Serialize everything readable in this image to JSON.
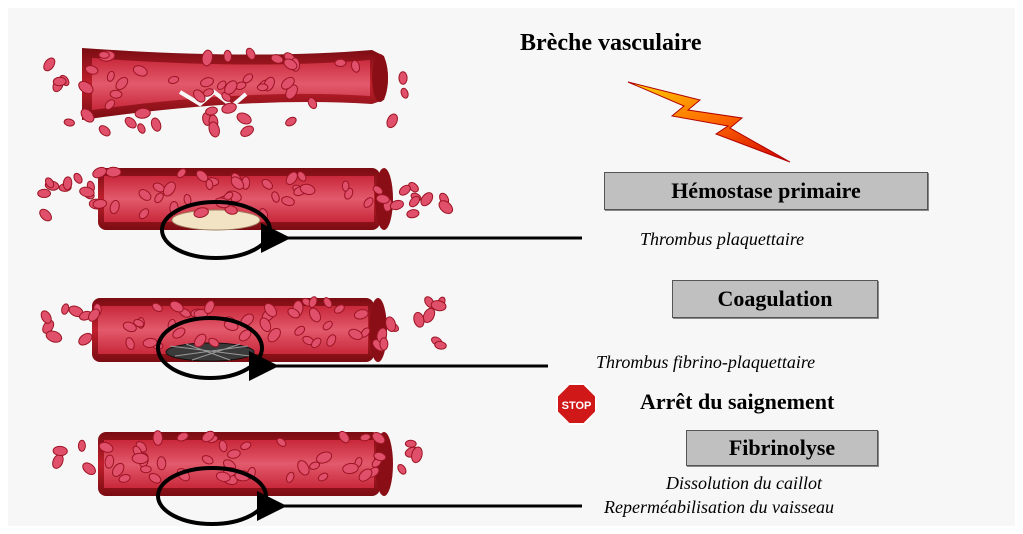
{
  "title": "Brèche vasculaire",
  "steps": [
    {
      "label": "Hémostase primaire",
      "result": "Thrombus plaquettaire"
    },
    {
      "label": "Coagulation",
      "result": "Thrombus fibrino-plaquettaire"
    },
    {
      "label": "Fibrinolyse",
      "result_lines": [
        "Dissolution du caillot",
        "Reperméabilisation du vaisseau"
      ]
    }
  ],
  "stop": {
    "sign_text": "STOP",
    "label": "Arrêt du saignement"
  },
  "colors": {
    "background": "#f7f7f7",
    "vessel": "#b3121b",
    "vessel_inner": "#d9425a",
    "rbc": "#e0506a",
    "box": "#c0c0c0"
  }
}
